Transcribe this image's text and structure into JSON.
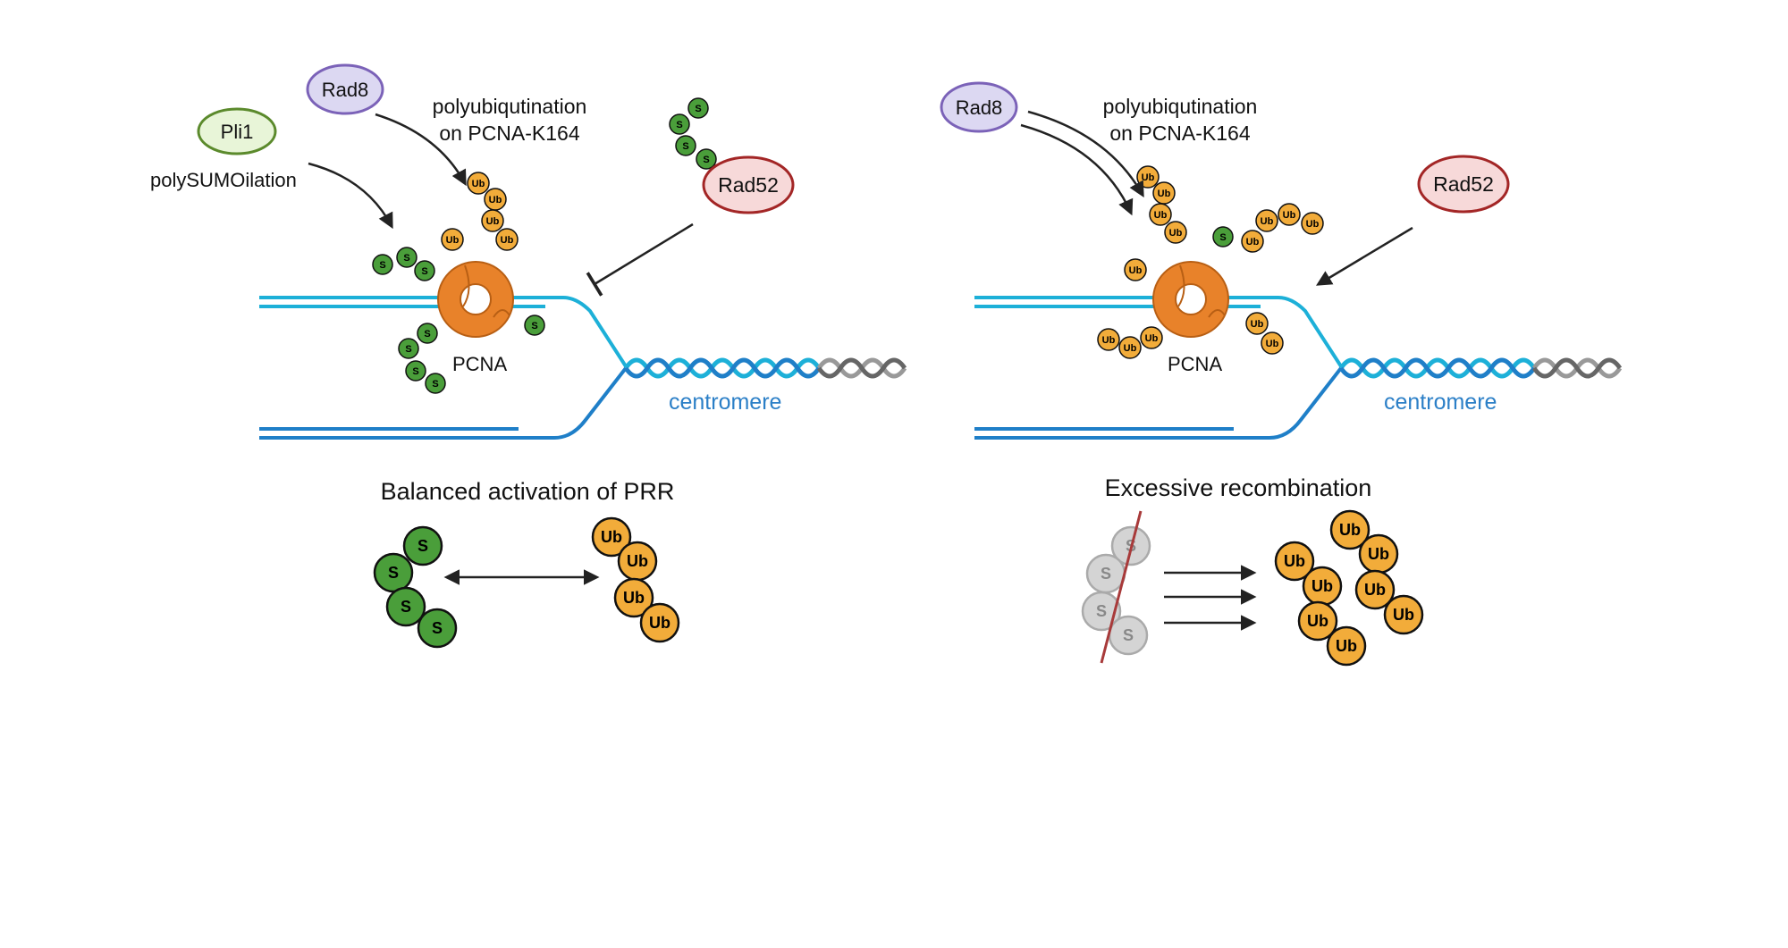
{
  "left_panel": {
    "pli1_label": "Pli1",
    "rad8_label": "Rad8",
    "rad52_label": "Rad52",
    "polysumo_label": "polySUMOilation",
    "polyub_line1": "polyubiqutination",
    "polyub_line2": "on PCNA-K164",
    "pcna_label": "PCNA",
    "centromere_label": "centromere",
    "caption": "Balanced activation of PRR"
  },
  "right_panel": {
    "rad8_label": "Rad8",
    "rad52_label": "Rad52",
    "polyub_line1": "polyubiqutination",
    "polyub_line2": "on PCNA-K164",
    "pcna_label": "PCNA",
    "centromere_label": "centromere",
    "caption": "Excessive recombination"
  },
  "sumo_symbol": "S",
  "ub_symbol": "Ub",
  "colors": {
    "sumo_green": "#4a9e3a",
    "ub_orange": "#f2ac3a",
    "pcna_orange": "#e8822a",
    "pli1_fill": "#e8f5d8",
    "pli1_stroke": "#5b8a2c",
    "rad8_fill": "#dcd8f2",
    "rad8_stroke": "#7b62b8",
    "rad52_fill": "#f7d9d9",
    "rad52_stroke": "#a32626",
    "dna_cyan": "#1db0d8",
    "dna_blue": "#1f7fc8",
    "dna_gray": "#888888",
    "centromere_text": "#2b7fc7",
    "inhibit_line": "#a83a3a"
  }
}
